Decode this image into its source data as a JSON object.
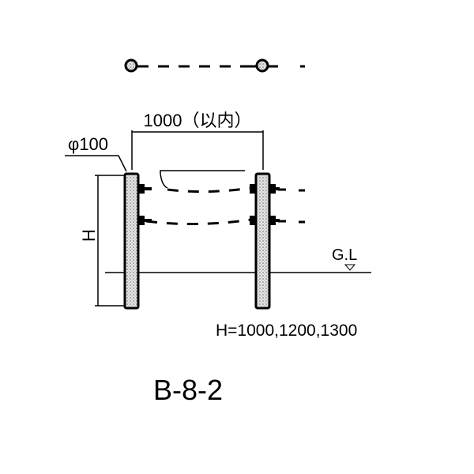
{
  "diagram": {
    "span_label": "1000（以内）",
    "diameter_label": "φ100",
    "height_label": "H",
    "ground_label": "G.L",
    "height_options": "H=1000,1200,1300",
    "model_code": "B-8-2"
  },
  "colors": {
    "line": "#000000",
    "post_fill": "#d8d8d8",
    "background": "#ffffff"
  }
}
